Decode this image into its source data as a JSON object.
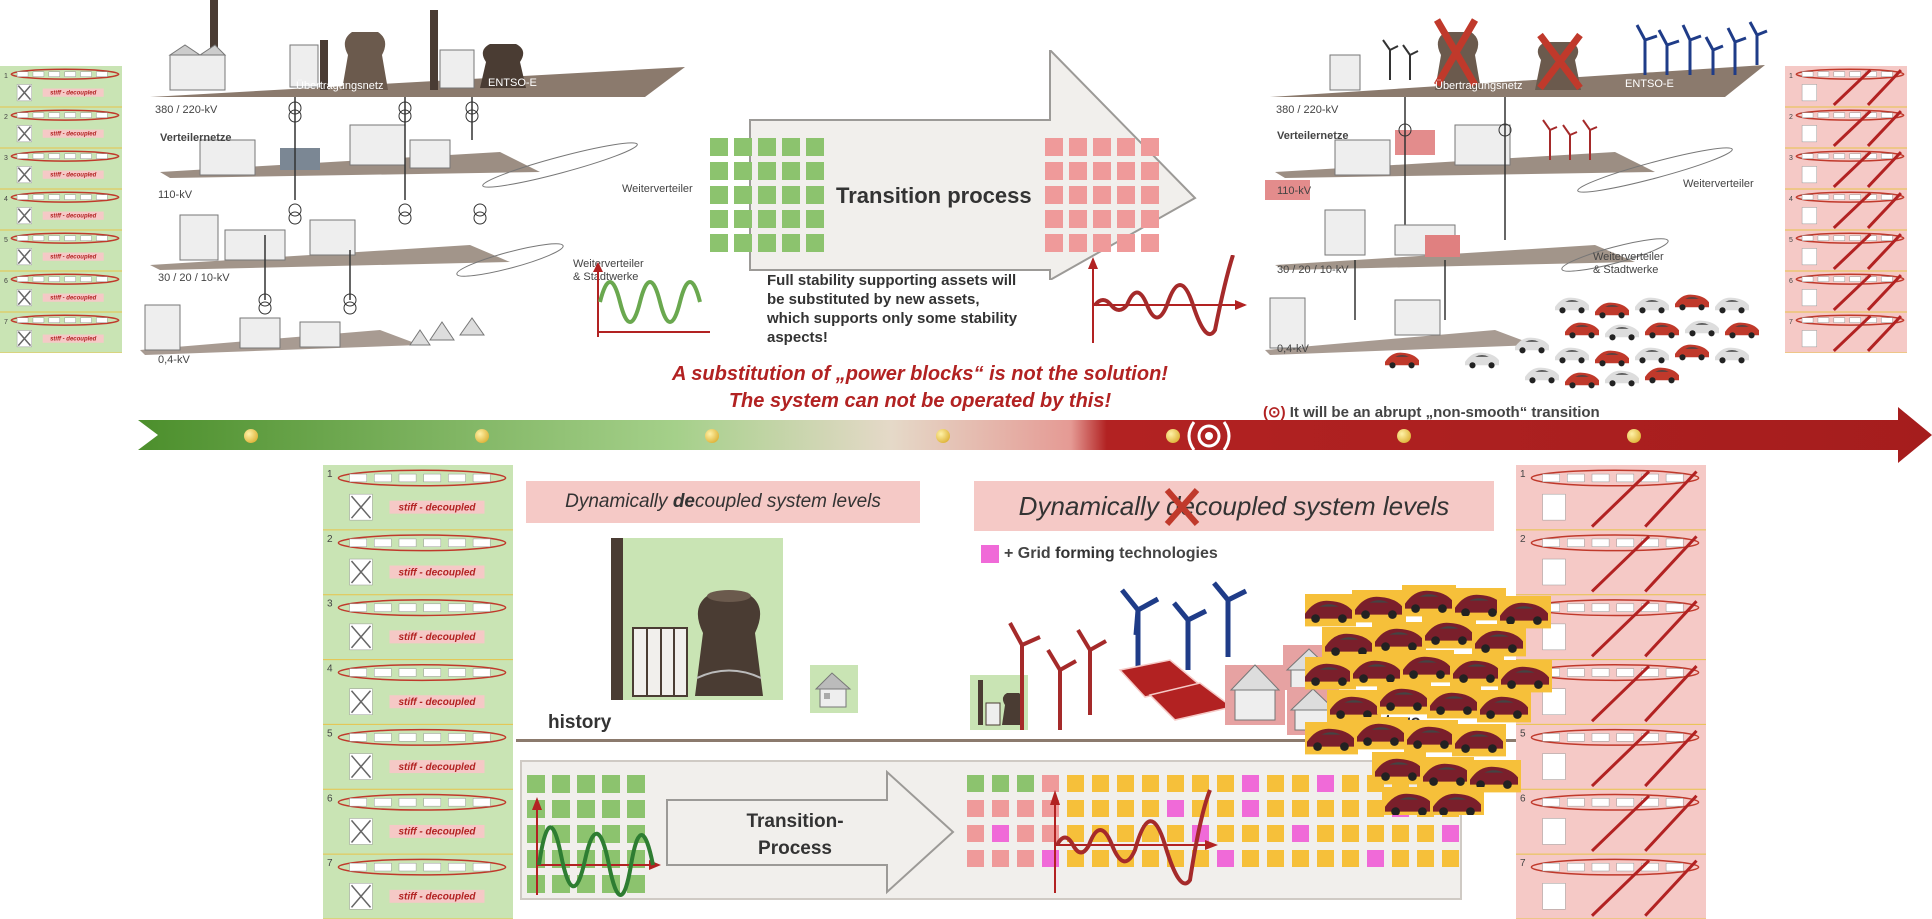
{
  "top_left_grid": {
    "tier_380": "380 / 220-kV",
    "uebertragungsnetz": "Übertragungsnetz",
    "entsoe": "ENTSO-E",
    "verteilernetze": "Verteilernetze",
    "tier_110": "110-kV",
    "weiterverteiler": "Weiterverteiler",
    "tier_30": "30 / 20 / 10-kV",
    "weiterverteiler_stadtwerke_1": "Weiterverteiler",
    "weiterverteiler_stadtwerke_2": "& Stadtwerke",
    "tier_04": "0,4-kV"
  },
  "top_right_grid": {
    "tier_380": "380 / 220-kV",
    "uebertragungsnetz": "Übertragungsnetz",
    "entsoe": "ENTSO-E",
    "verteilernetze": "Verteilernetze",
    "tier_110": "110-kV",
    "weiterverteiler": "Weiterverteiler",
    "tier_30": "30 / 20 / 10-kV",
    "weiterverteiler_stadtwerke_1": "Weiterverteiler",
    "weiterverteiler_stadtwerke_2": "& Stadtwerke",
    "tier_04": "0,4-kV"
  },
  "top_transition": {
    "title": "Transition process",
    "description_lines": [
      "Full stability supporting assets will",
      "be substituted by new assets,",
      "which supports only some stability",
      "aspects!"
    ]
  },
  "warning": {
    "line1": "A substitution of „power blocks“ is not the solution!",
    "line2": "The system can not be operated by this!"
  },
  "timeline": {
    "abrupt_symbol": "(⊙)",
    "abrupt_text": "It will be an abrupt „non-smooth“ transition"
  },
  "bottom": {
    "pill_left_pre": "Dynamically ",
    "pill_left_bold": "de",
    "pill_left_post": "coupled system levels",
    "pill_right_pre": "Dynamically ",
    "pill_right_struck": "de",
    "pill_right_post": "coupled system levels",
    "grid_forming_pre": "+ Grid ",
    "grid_forming_bold": "forming",
    "grid_forming_post": " technologies",
    "history": "history",
    "future": "future",
    "transition_line1": "Transition-",
    "transition_line2": "Process"
  },
  "level_strip": {
    "numbers": [
      "1",
      "2",
      "3",
      "4",
      "5",
      "6",
      "7"
    ],
    "stiff_label": "stiff - decoupled"
  },
  "colors": {
    "green": "#8cc36e",
    "light_green": "#c9e4b4",
    "red": "#b22222",
    "pink_tile": "#ef9a9a",
    "yellow_tile": "#f6c03a",
    "magenta_tile": "#f06ad8",
    "brown": "#8b7a6d"
  }
}
